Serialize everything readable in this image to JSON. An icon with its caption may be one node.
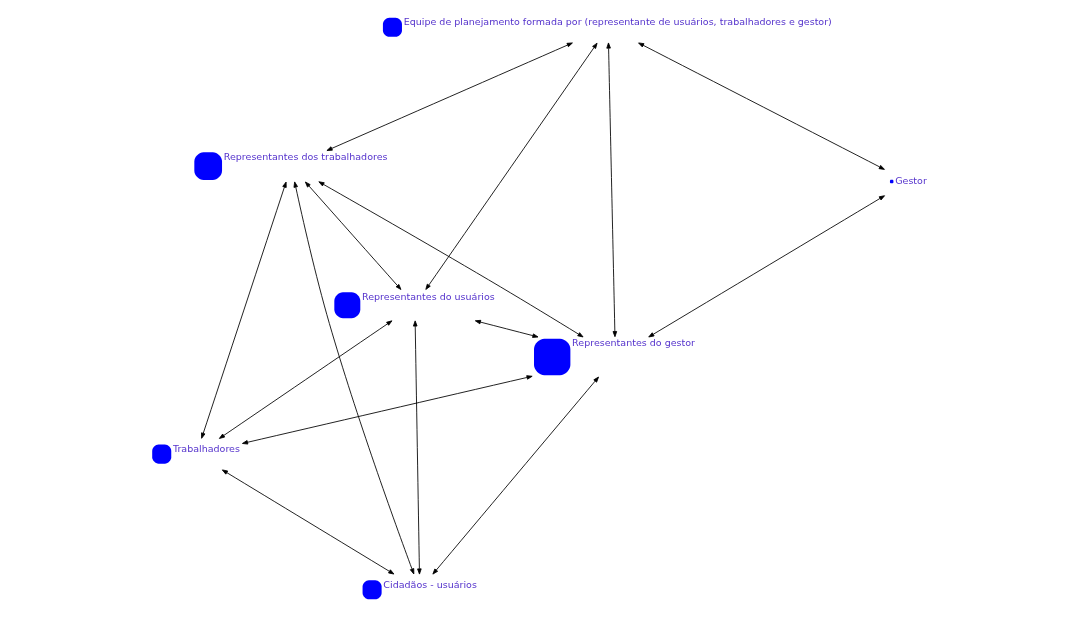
{
  "diagram": {
    "nodes": [
      {
        "text": [
          "Representantes do usuários"
        ]
      },
      {
        "text": [
          "Equipe de planejamento formada por (representante de usuários, trabalhadores e gestor)"
        ]
      },
      {
        "text": [
          "Cidadãos - usuários"
        ]
      },
      {
        "text": [
          "Representantes dos trabalhadores"
        ]
      },
      {
        "text": [
          "Gestor"
        ]
      },
      {
        "text": [
          "Representantes do gestor"
        ]
      },
      {
        "text": [
          "Trabalhadores"
        ]
      }
    ],
    "edges": [
      {
        "from": 0,
        "to": 1,
        "arrow": "both"
      },
      {
        "from": 0,
        "to": 2,
        "arrow": "both"
      },
      {
        "from": 0,
        "to": 3,
        "arrow": "both"
      },
      {
        "from": 0,
        "to": 6,
        "arrow": "both"
      },
      {
        "from": 0,
        "to": 5,
        "arrow": "both"
      },
      {
        "from": 1,
        "to": 3,
        "arrow": "both"
      },
      {
        "from": 1,
        "to": 5,
        "arrow": "both"
      },
      {
        "from": 1,
        "to": 4,
        "arrow": "both"
      },
      {
        "from": 2,
        "to": 3,
        "arrow": "both"
      },
      {
        "from": 2,
        "to": 5,
        "arrow": "both"
      },
      {
        "from": 2,
        "to": 6,
        "arrow": "both"
      },
      {
        "from": 3,
        "to": 5,
        "arrow": "both"
      },
      {
        "from": 3,
        "to": 6,
        "arrow": "both"
      },
      {
        "from": 6,
        "to": 5,
        "arrow": "both"
      },
      {
        "from": 5,
        "to": 4,
        "arrow": "both"
      }
    ]
  }
}
